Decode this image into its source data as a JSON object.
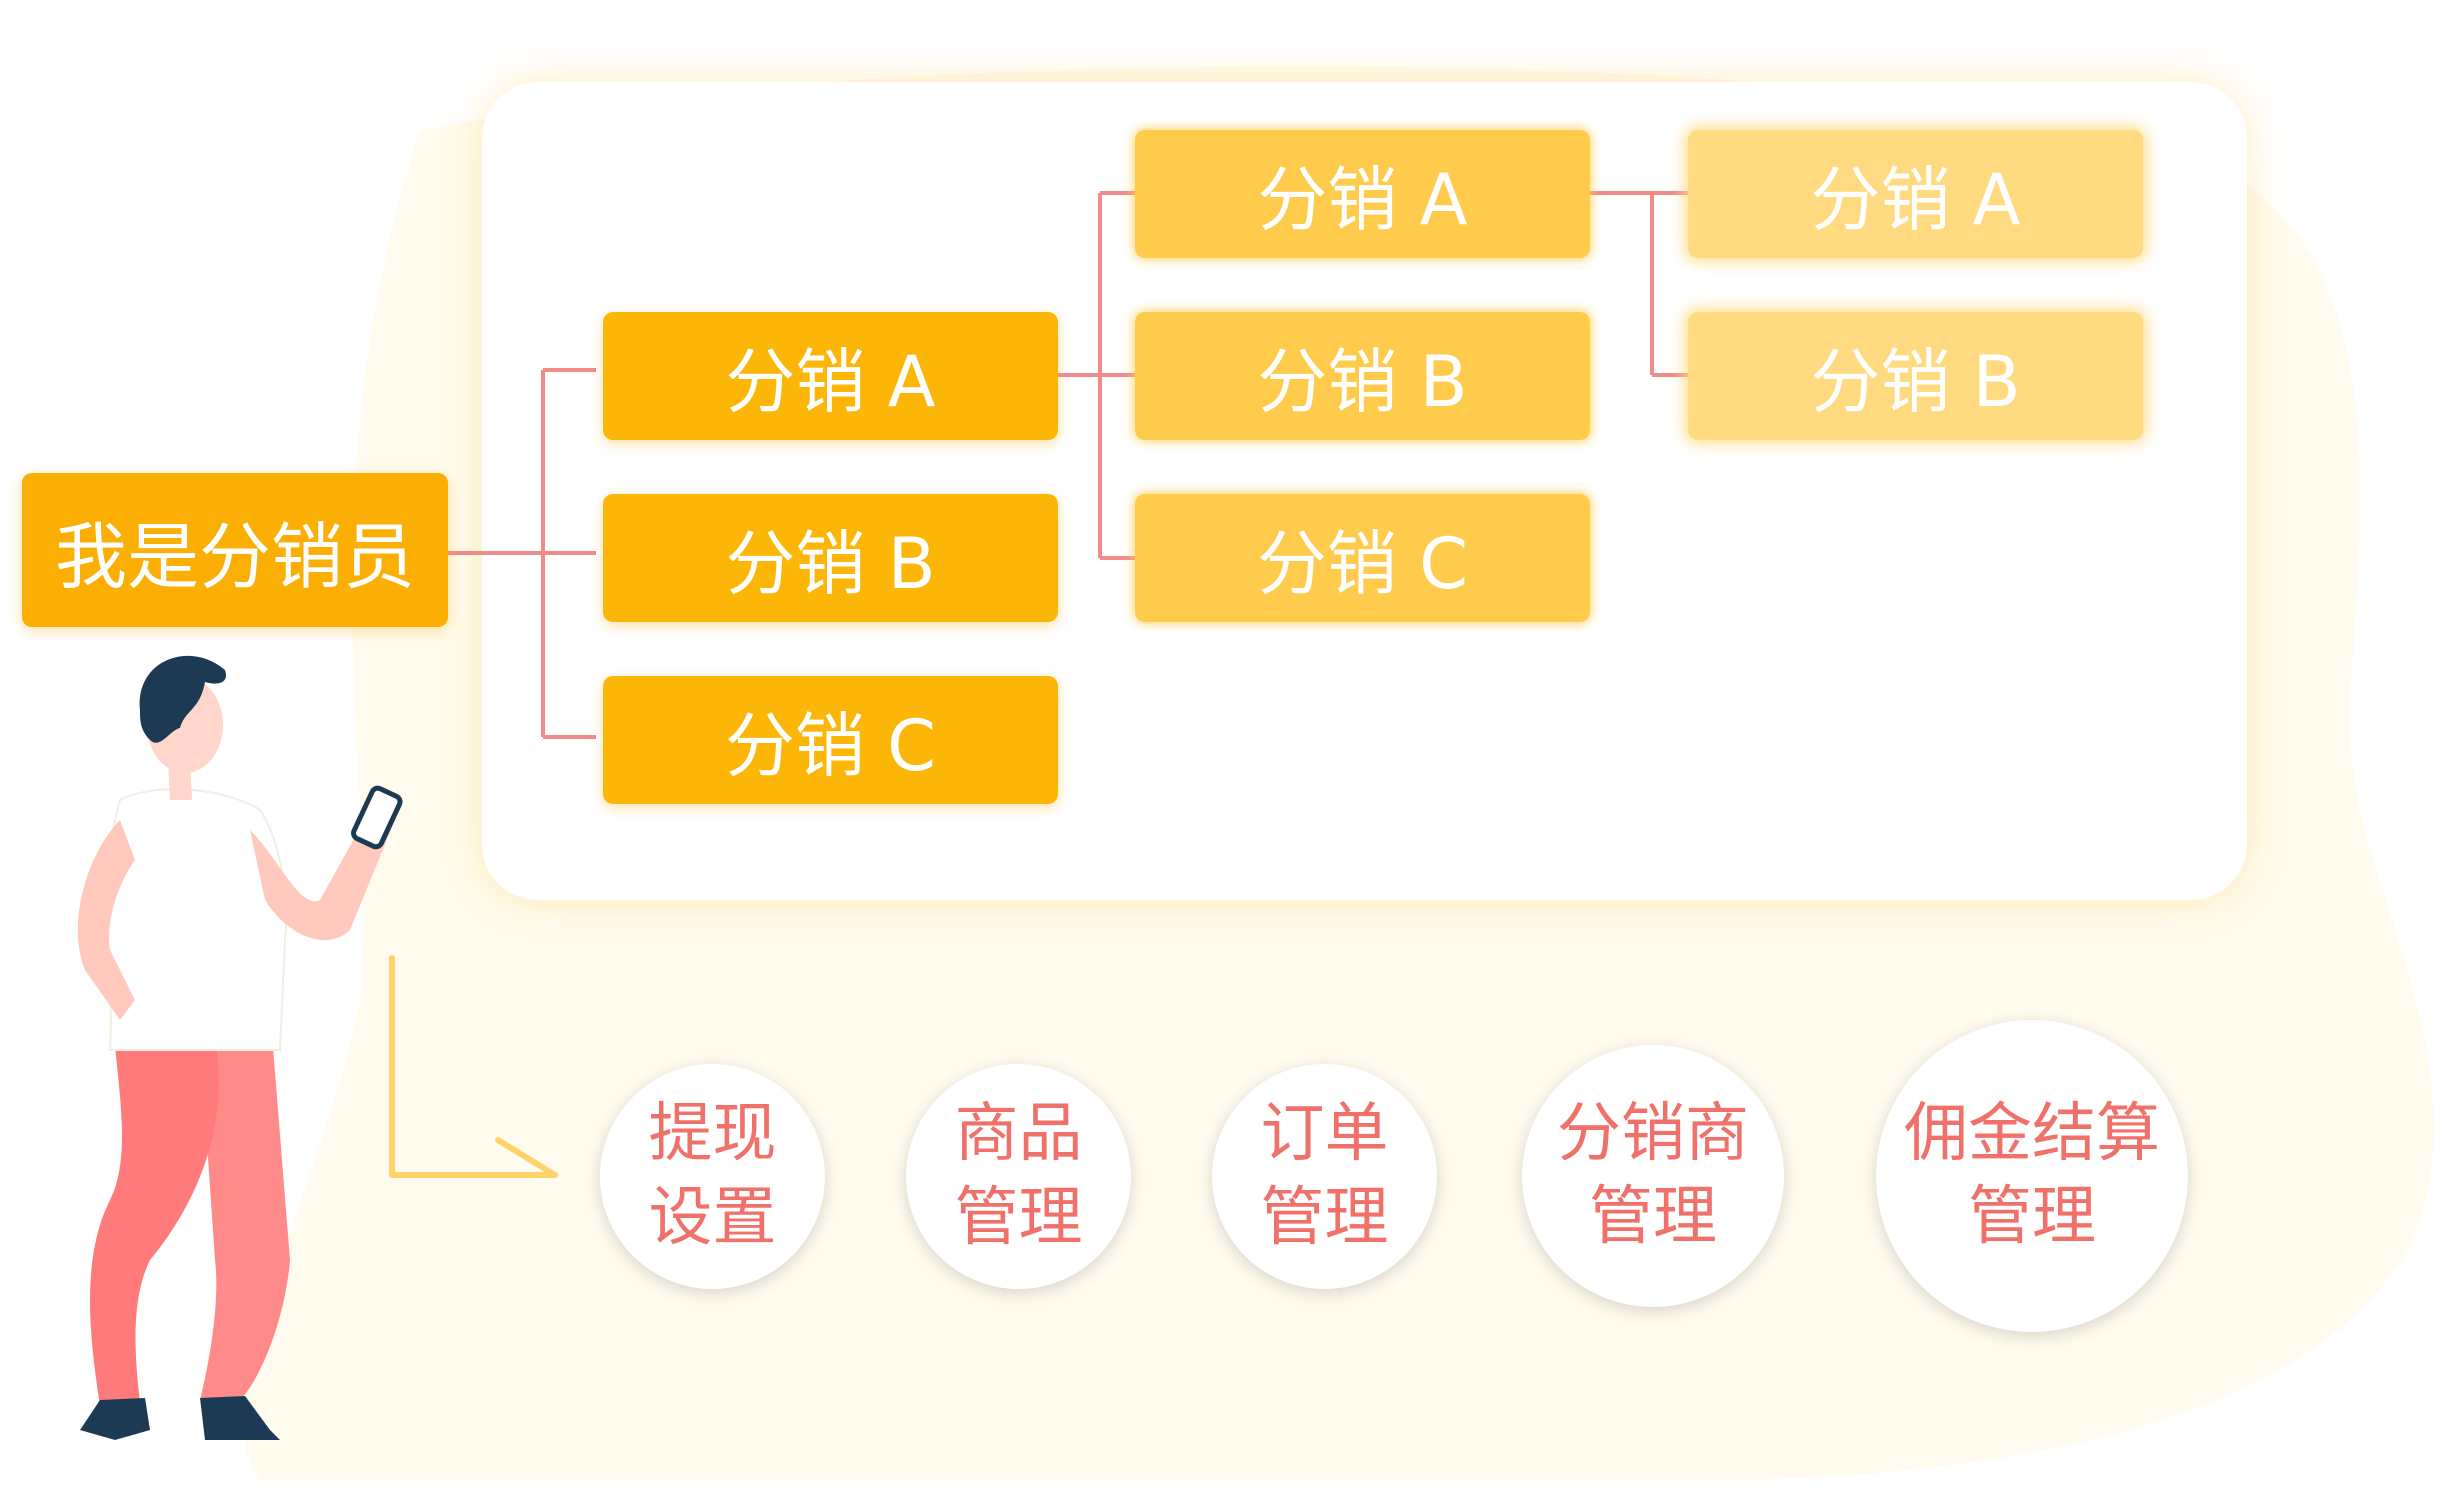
{
  "root": {
    "label": "我是分销员"
  },
  "level1": [
    {
      "label": "分销 A"
    },
    {
      "label": "分销 B"
    },
    {
      "label": "分销 C"
    }
  ],
  "level2": [
    {
      "label": "分销 A"
    },
    {
      "label": "分销 B"
    },
    {
      "label": "分销 C"
    }
  ],
  "level3": [
    {
      "label": "分销 A"
    },
    {
      "label": "分销 B"
    }
  ],
  "features": [
    {
      "line1": "提现",
      "line2": "设置"
    },
    {
      "line1": "商品",
      "line2": "管理"
    },
    {
      "line1": "订单",
      "line2": "管理"
    },
    {
      "line1": "分销商",
      "line2": "管理"
    },
    {
      "line1": "佣金结算",
      "line2": "管理"
    }
  ],
  "colors": {
    "root": "#FBAE04",
    "level1": "#FCB608",
    "level2": "#FFCB4C",
    "level3": "#FFDA80",
    "connector": "#F28A8A",
    "feature_text": "#F0716A",
    "arrow": "#FFD36A",
    "background_blob": "#FFFBEE"
  }
}
